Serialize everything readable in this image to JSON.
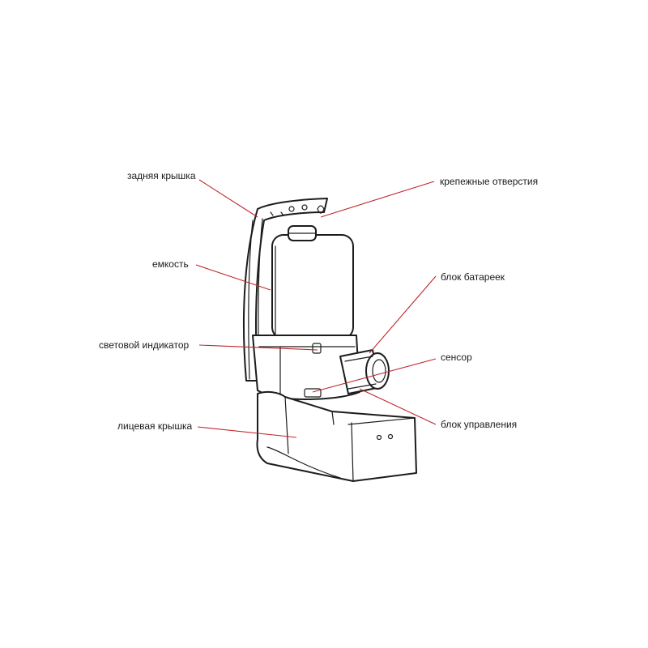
{
  "colors": {
    "leader": "#c0262d",
    "outline": "#1c1c1c"
  },
  "labels": {
    "back_cover": "задняя крышка",
    "mount_holes": "крепежные отверстия",
    "container": "емкость",
    "battery_block": "блок батареек",
    "light_indicator": "световой индикатор",
    "sensor": "сенсор",
    "control_unit": "блок управления",
    "front_cover": "лицевая крышка"
  }
}
